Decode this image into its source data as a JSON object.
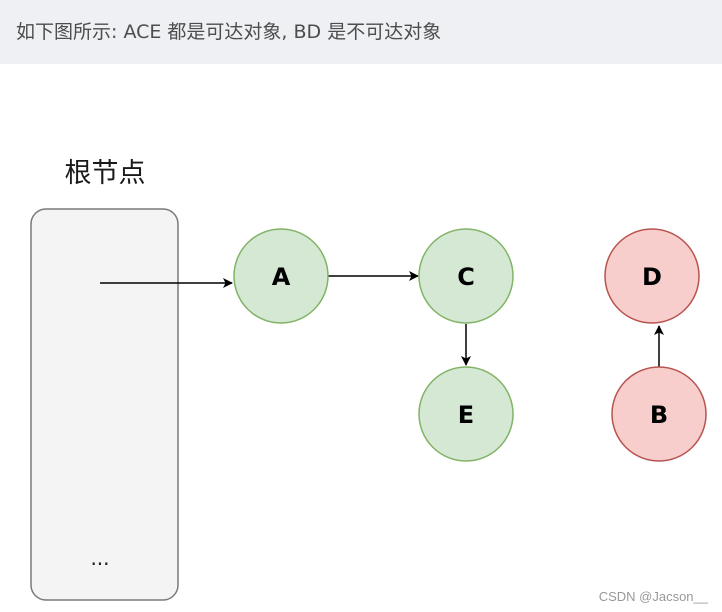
{
  "caption": "如下图所示: ACE 都是可达对象, BD 是不可达对象",
  "root": {
    "title": "根节点",
    "ellipsis": "..."
  },
  "nodes": {
    "a": "A",
    "c": "C",
    "e": "E",
    "d": "D",
    "b": "B"
  },
  "colors": {
    "reachable_fill": "#d5e8d4",
    "reachable_stroke": "#82b366",
    "unreachable_fill": "#f8cecc",
    "unreachable_stroke": "#b85450",
    "root_fill": "#f4f4f4",
    "root_stroke": "#7a7a7a"
  },
  "watermark": "CSDN @Jacson__"
}
